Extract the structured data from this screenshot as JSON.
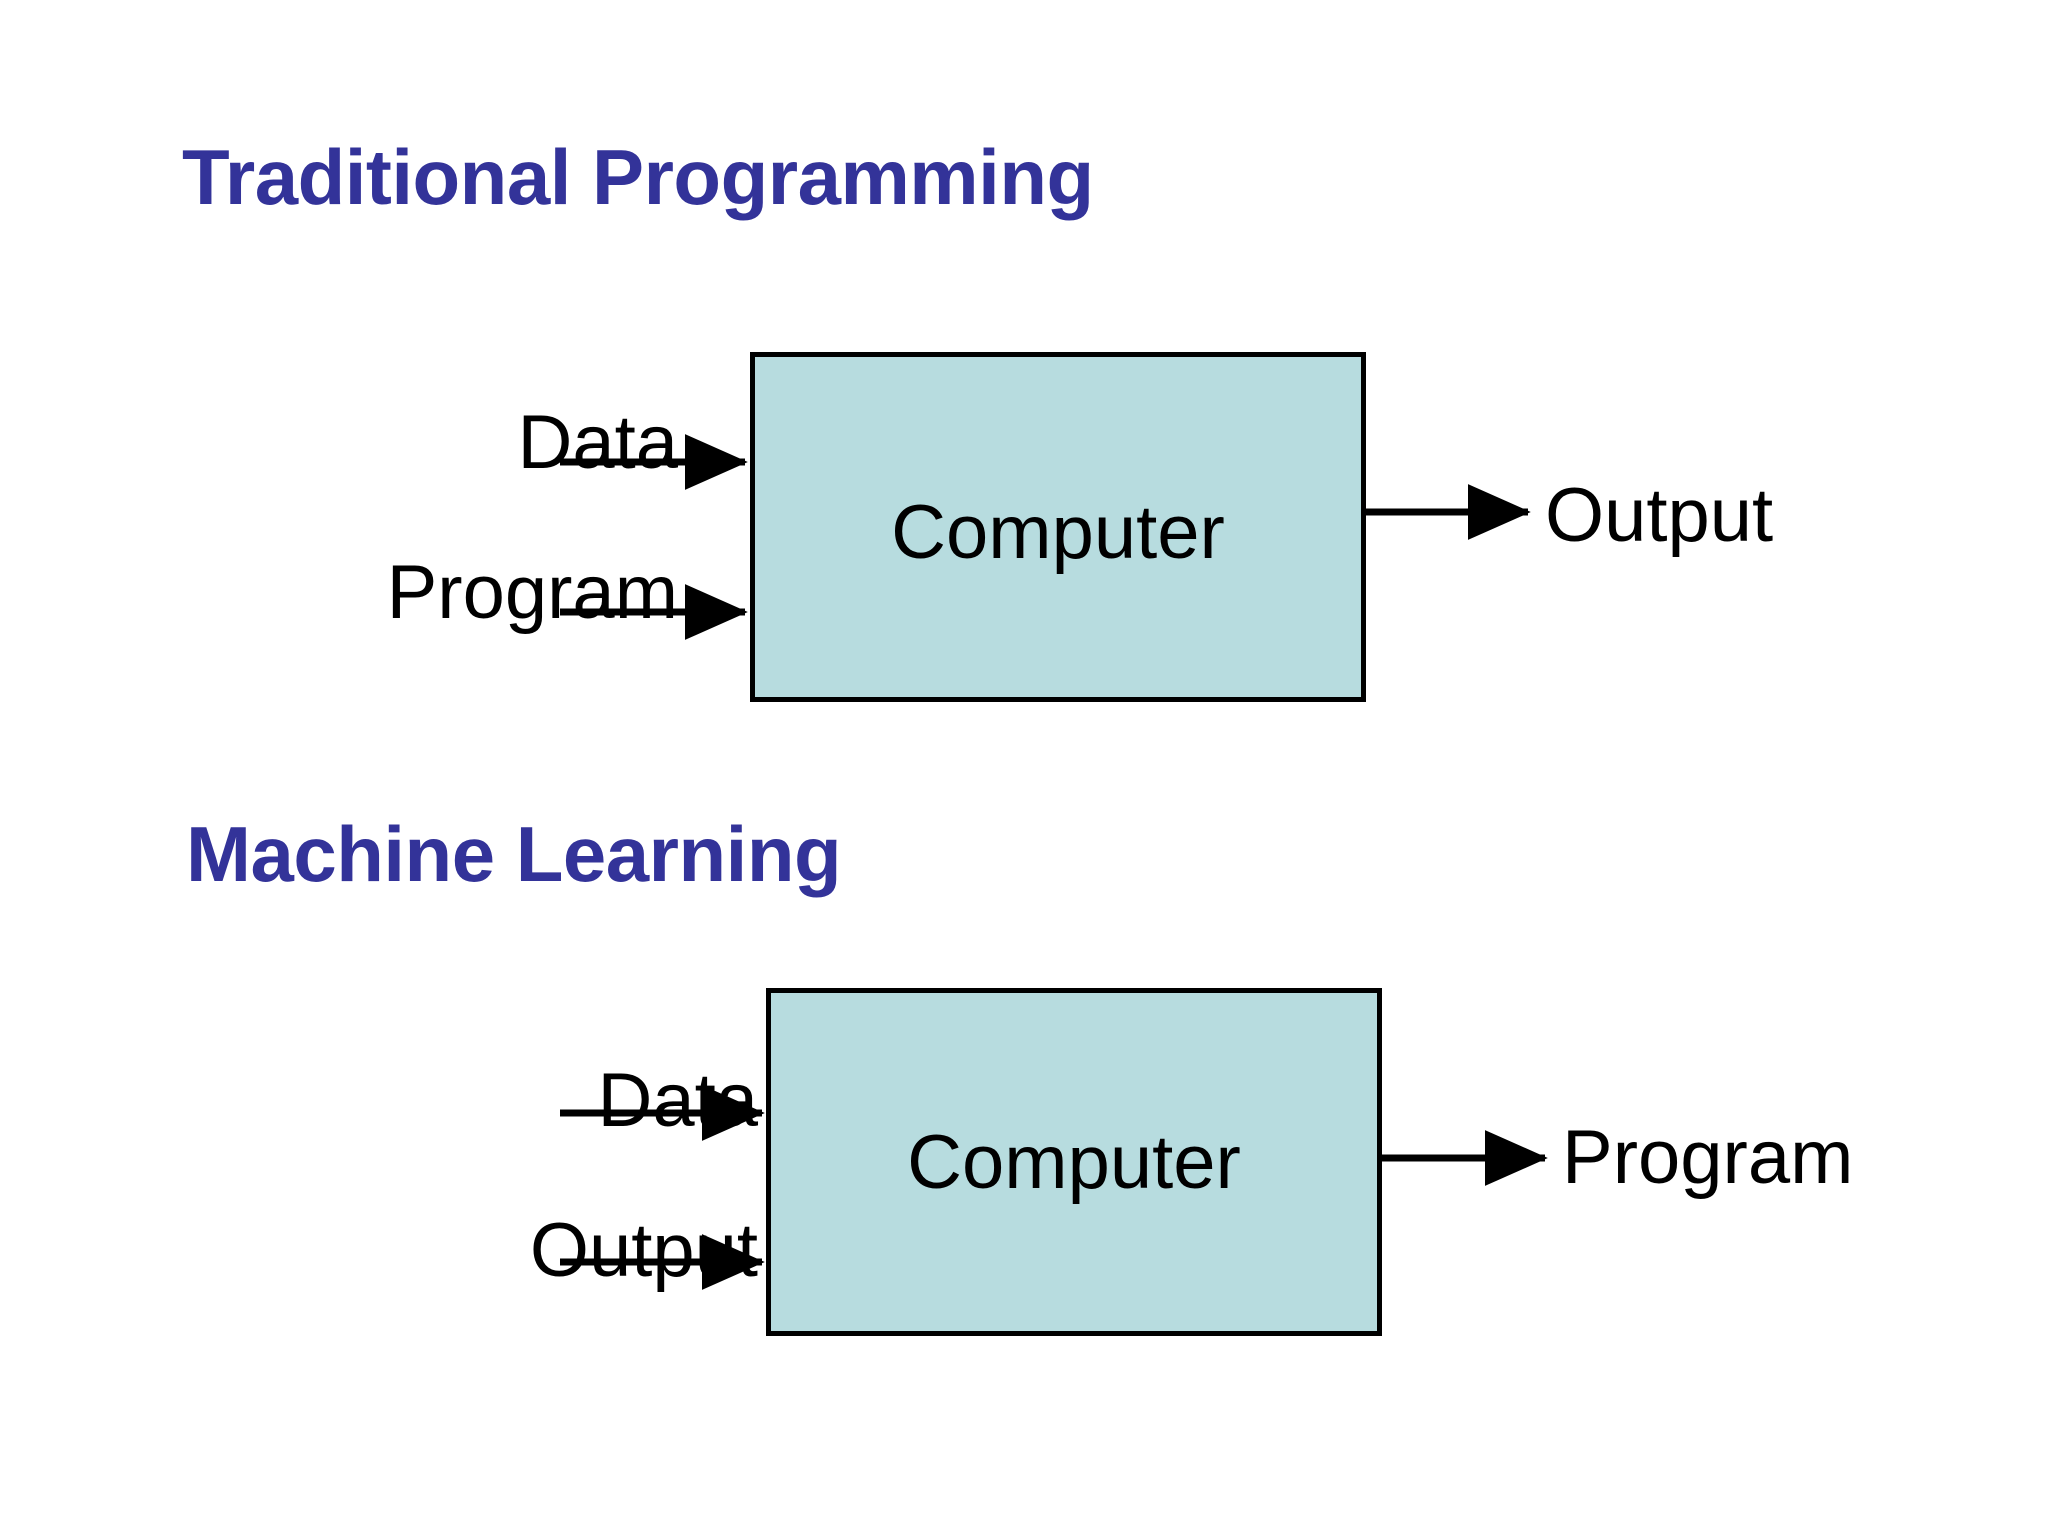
{
  "slide": {
    "background_color": "#ffffff",
    "accent_color": "#333399",
    "box_fill_color": "#b7dcdf",
    "box_border_color": "#000000",
    "text_color": "#000000"
  },
  "sections": [
    {
      "id": "traditional",
      "title": "Traditional Programming",
      "box_label": "Computer",
      "inputs": [
        "Data",
        "Program"
      ],
      "outputs": [
        "Output"
      ]
    },
    {
      "id": "machine_learning",
      "title": "Machine Learning",
      "box_label": "Computer",
      "inputs": [
        "Data",
        "Output"
      ],
      "outputs": [
        "Program"
      ]
    }
  ]
}
